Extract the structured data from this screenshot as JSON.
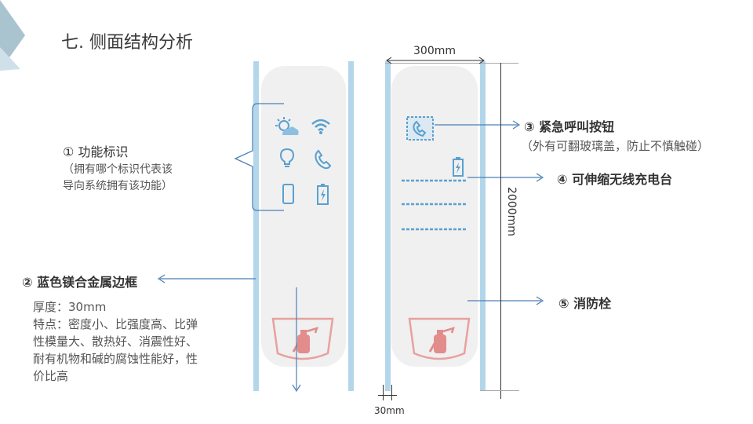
{
  "title": "七. 侧面结构分析",
  "callouts": {
    "function_icons": {
      "label": "① 功能标识",
      "desc_line1": "（拥有哪个标识代表该",
      "desc_line2": "导向系统拥有该功能）"
    },
    "frame": {
      "label": "② 蓝色镁合金属边框",
      "thickness": "厚度：30mm",
      "feature_line1": "特点：密度小、比强度高、比弹",
      "feature_line2": "性模量大、散热好、消震性好、",
      "feature_line3": "耐有机物和碱的腐蚀性能好，性",
      "feature_line4": "价比高"
    },
    "emergency": {
      "label": "③ 紧急呼叫按钮",
      "desc": "（外有可翻玻璃盖，防止不慎触碰）"
    },
    "charger": {
      "label": "④ 可伸缩无线充电台"
    },
    "hydrant": {
      "label": "⑤ 消防栓"
    }
  },
  "dimensions": {
    "width": "300mm",
    "height": "2000mm",
    "frame": "30mm"
  },
  "colors": {
    "rail": "#b3d6ea",
    "panel": "#f0f0f0",
    "arrow": "#4a7fb5",
    "hydrant": "#e8a0a0",
    "icon": "#5aa0d0"
  },
  "icons": [
    "weather-icon",
    "wifi-icon",
    "lightbulb-icon",
    "phone-icon",
    "mobile-icon",
    "battery-icon",
    "fire-extinguisher-icon"
  ]
}
